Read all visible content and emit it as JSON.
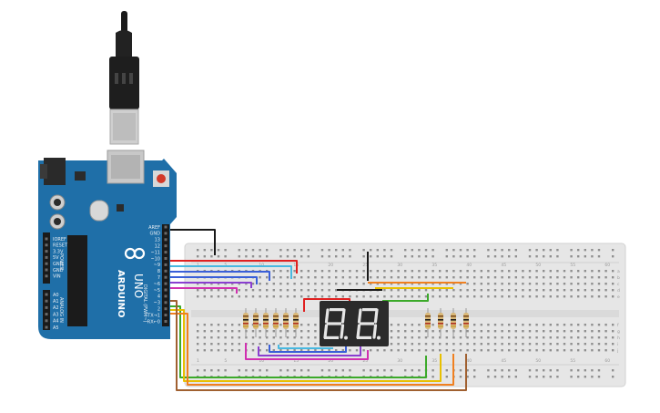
{
  "board": {
    "brand": "ARDUINO",
    "model": "UNO",
    "pin_header_top": [
      "AREF",
      "GND",
      "13",
      "12",
      "~11",
      "~10",
      "~9",
      "8",
      "7",
      "~6",
      "~5",
      "4",
      "~3",
      "2",
      "TX→1",
      "RX←0"
    ],
    "digital_label": "DIGITAL (PWM~)",
    "power_pins": [
      "IOREF",
      "RESET",
      "3.3V",
      "5V",
      "GND",
      "GND",
      "VIN"
    ],
    "power_label": "POWER",
    "analog_pins": [
      "A0",
      "A1",
      "A2",
      "A3",
      "A4",
      "A5"
    ],
    "analog_label": "ANALOG IN"
  },
  "breadboard": {
    "column_numbers": [
      "1",
      "5",
      "10",
      "15",
      "20",
      "25",
      "30",
      "35",
      "40",
      "45",
      "50",
      "55",
      "60"
    ],
    "row_letters_top": [
      "a",
      "b",
      "c",
      "d",
      "e"
    ],
    "row_letters_bottom": [
      "f",
      "g",
      "h",
      "i",
      "j"
    ]
  },
  "display": {
    "digits": [
      "8.",
      "8."
    ]
  },
  "colors": {
    "board": "#1f6fa8",
    "breadboard": "#e6e6e6",
    "display": "#2b2b2b",
    "wire_red": "#e02020",
    "wire_blue": "#3a5fd8",
    "wire_cyan": "#48b8e0",
    "wire_purple": "#8a3fd0",
    "wire_magenta": "#d030b0",
    "wire_green": "#3caa2a",
    "wire_yellow": "#e8c000",
    "wire_orange": "#f08020",
    "wire_brown": "#a06030",
    "wire_black": "#1a1a1a"
  }
}
